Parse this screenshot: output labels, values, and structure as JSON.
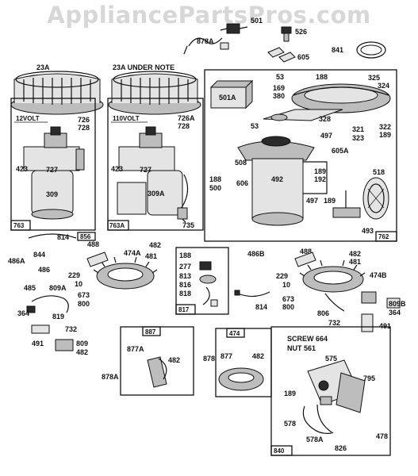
{
  "watermark": "AppliancePartsPros.com",
  "top_labels": {
    "l501": "501",
    "l878A": "878A",
    "l526": "526",
    "l605": "605",
    "l841": "841"
  },
  "flywheels": {
    "left_title": "23A",
    "right_title": "23A UNDER NOTE",
    "left_voltage": "12VOLT",
    "right_voltage": "110VOLT"
  },
  "left_box": {
    "l726": "726",
    "l728": "728",
    "l423": "423",
    "l727": "727",
    "l309": "309",
    "box": "763"
  },
  "mid_box": {
    "l726A": "726A",
    "l728": "728",
    "l423": "423",
    "l727": "727",
    "l309A": "309A",
    "box": "763A",
    "l735": "735"
  },
  "right_box": {
    "l188": "188",
    "l325": "325",
    "l324": "324",
    "l53": "53",
    "l169": "169",
    "l380": "380",
    "l501A": "501A",
    "l328": "328",
    "l53b": "53",
    "l321": "321",
    "l322": "322",
    "l323": "323",
    "l189": "189",
    "l497": "497",
    "l605A": "605A",
    "l508": "508",
    "l492": "492",
    "l518": "518",
    "l189b": "189",
    "l192": "192",
    "l188b": "188",
    "l500": "500",
    "l606": "606",
    "l497b": "497",
    "l189c": "189",
    "l493": "493",
    "box": "762"
  },
  "left_stator": {
    "l814": "814",
    "l856": "856",
    "l488": "488",
    "l482": "482",
    "l486A": "486A",
    "l844": "844",
    "l474A": "474A",
    "l481": "481",
    "l486": "486",
    "l229": "229",
    "l10": "10",
    "l485": "485",
    "l809A": "809A",
    "l673": "673",
    "l800": "800",
    "l364": "364",
    "l819": "819",
    "l732": "732",
    "l491": "491",
    "l809": "809",
    "l482b": "482"
  },
  "box817": {
    "l188": "188",
    "l277": "277",
    "l813": "813",
    "l816": "816",
    "l818": "818",
    "box": "817"
  },
  "right_stator": {
    "l486B": "486B",
    "l488": "488",
    "l482": "482",
    "l481": "481",
    "l474B": "474B",
    "l229": "229",
    "l10": "10",
    "l814": "814",
    "l673": "673",
    "l800": "800",
    "l806": "806",
    "l809B": "809B",
    "l364": "364",
    "l732": "732",
    "l491": "491"
  },
  "box887": {
    "box": "887",
    "l877A": "877A",
    "l482": "482"
  },
  "box474": {
    "box": "474",
    "l878": "878",
    "l877": "877",
    "l482": "482"
  },
  "misc": {
    "l878A": "878A"
  },
  "box840": {
    "screw": "SCREW 664",
    "nut": "NUT 561",
    "l575": "575",
    "l795": "795",
    "l189": "189",
    "l578": "578",
    "l578A": "578A",
    "l478": "478",
    "l826": "826",
    "box": "840"
  }
}
